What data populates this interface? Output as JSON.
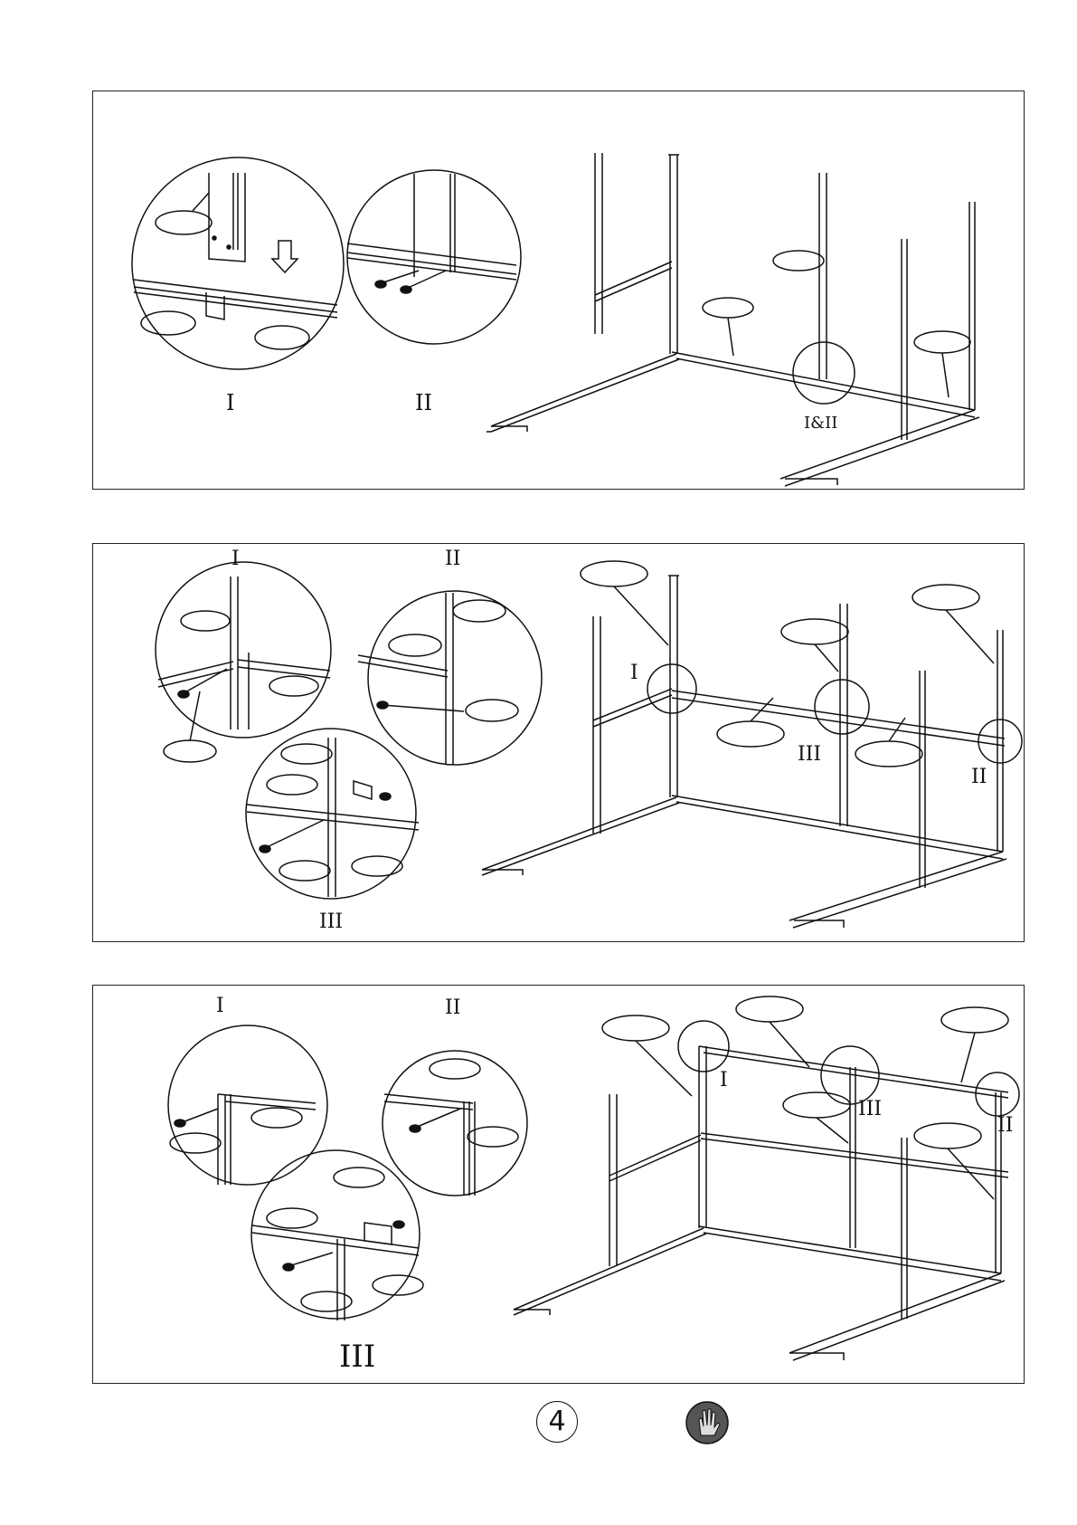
{
  "page": {
    "number": "4",
    "glove_icon": "gloves-warning-icon"
  },
  "step1": {
    "detail_labels": [
      "I",
      "II"
    ],
    "main_label": "I&II"
  },
  "step2": {
    "detail_labels": [
      "I",
      "II",
      "III"
    ],
    "main_labels": [
      "I",
      "III",
      "II"
    ]
  },
  "step3": {
    "detail_labels": [
      "I",
      "II",
      "III"
    ],
    "main_labels": [
      "I",
      "III",
      "II"
    ]
  },
  "colors": {
    "line": "#111111",
    "background": "#ffffff",
    "icon_fill": "#555555"
  }
}
